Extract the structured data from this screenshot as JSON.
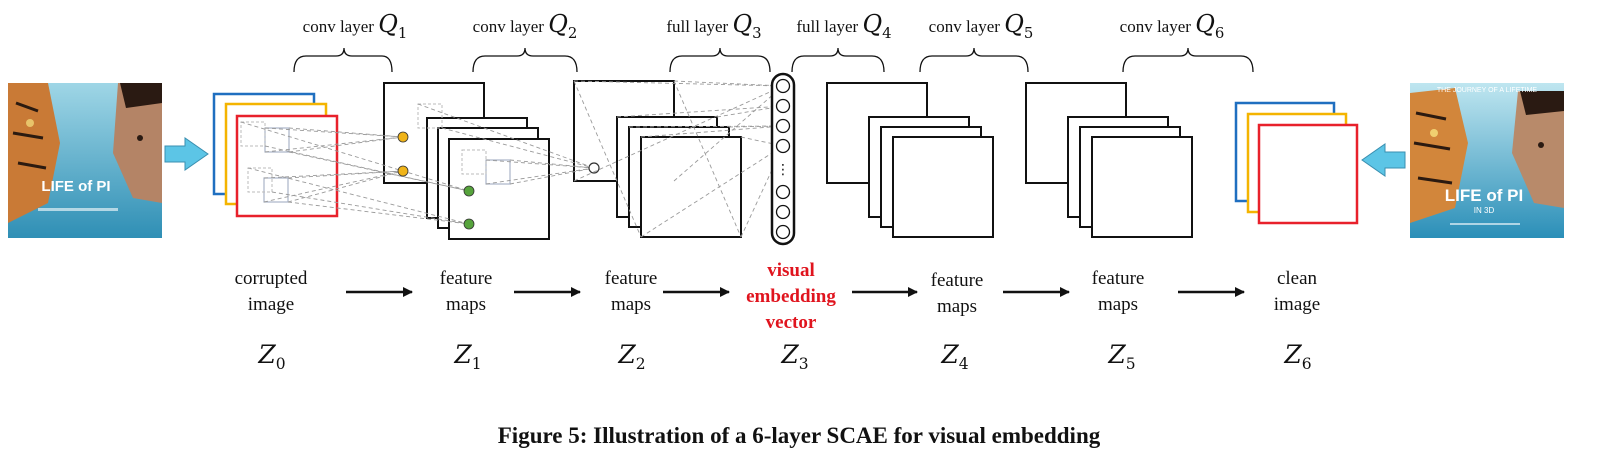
{
  "layers": [
    {
      "kind": "conv layer",
      "sym": "Q",
      "idx": "1"
    },
    {
      "kind": "conv layer",
      "sym": "Q",
      "idx": "2"
    },
    {
      "kind": "full layer",
      "sym": "Q",
      "idx": "3"
    },
    {
      "kind": "full layer",
      "sym": "Q",
      "idx": "4"
    },
    {
      "kind": "conv layer",
      "sym": "Q",
      "idx": "5"
    },
    {
      "kind": "conv layer",
      "sym": "Q",
      "idx": "6"
    }
  ],
  "stages": [
    {
      "line1": "corrupted",
      "line2": "image",
      "z": "Z",
      "zi": "0"
    },
    {
      "line1": "feature",
      "line2": "maps",
      "z": "Z",
      "zi": "1"
    },
    {
      "line1": "feature",
      "line2": "maps",
      "z": "Z",
      "zi": "2"
    },
    {
      "line1": "visual",
      "line2": "embedding",
      "line3": "vector",
      "z": "Z",
      "zi": "3"
    },
    {
      "line1": "feature",
      "line2": "maps",
      "z": "Z",
      "zi": "4"
    },
    {
      "line1": "feature",
      "line2": "maps",
      "z": "Z",
      "zi": "5"
    },
    {
      "line1": "clean",
      "line2": "image",
      "z": "Z",
      "zi": "6"
    }
  ],
  "embedding_dots": "⋮",
  "posters": [
    {
      "title": "LIFE of PI",
      "tagline": ""
    },
    {
      "title": "LIFE of PI",
      "tagline": "THE JOURNEY OF A LIFETIME",
      "format": "IN 3D"
    }
  ],
  "caption": "Figure 5: Illustration of a 6-layer SCAE for visual embedding",
  "colors": {
    "blue": "#1f6fc0",
    "yellow": "#f4b400",
    "red": "#e8212b",
    "input_arrow": "#5cc5e6",
    "orange_unit": "#f0b419",
    "green_unit": "#56a33c",
    "highlight_text": "#e0141e"
  }
}
